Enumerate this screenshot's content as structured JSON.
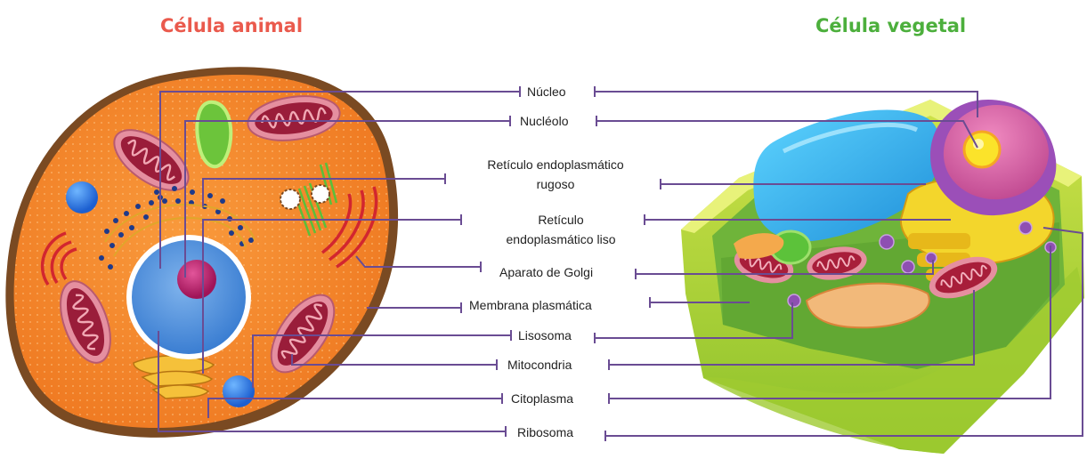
{
  "titles": {
    "animal": "Célula animal",
    "vegetal": "Célula vegetal"
  },
  "labels": {
    "nucleo": "Núcleo",
    "nucleolo": "Nucléolo",
    "rer_1": "Retículo endoplasmático",
    "rer_2": "rugoso",
    "ser_1": "Retículo",
    "ser_2": "endoplasmático liso",
    "golgi": "Aparato de Golgi",
    "membrana": "Membrana plasmática",
    "lisosoma": "Lisosoma",
    "mitocondria": "Mitocondria",
    "citoplasma": "Citoplasma",
    "ribosoma": "Ribosoma"
  },
  "colors": {
    "title_animal": "#ea5a4d",
    "title_vegetal": "#4caf3c",
    "leader_line": "#6a4c93"
  }
}
